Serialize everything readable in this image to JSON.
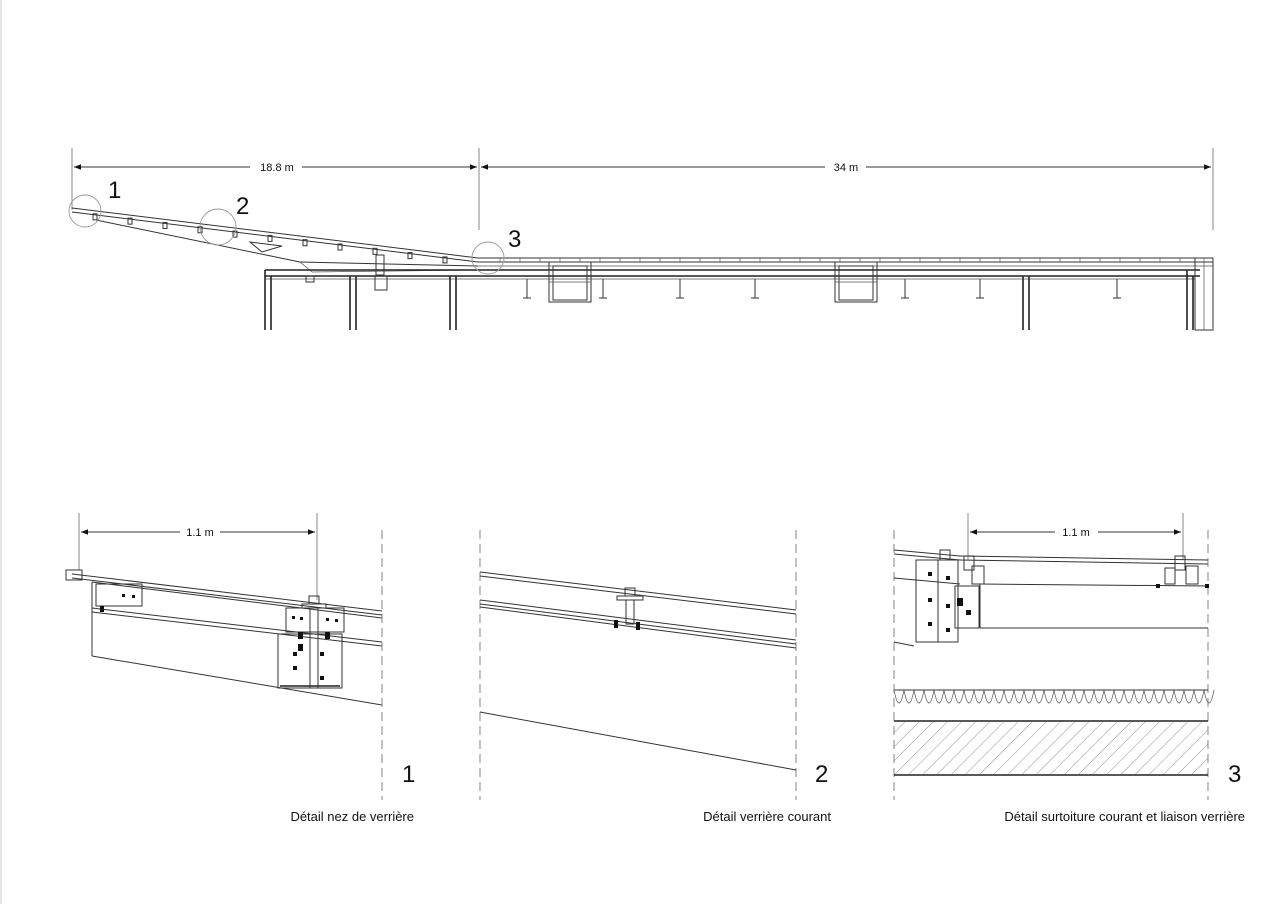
{
  "section": {
    "dimensions": {
      "left": "18.8 m",
      "right": "34 m"
    },
    "callouts": [
      "1",
      "2",
      "3"
    ]
  },
  "details": [
    {
      "number": "1",
      "dimension": "1.1 m",
      "caption": "Détail nez de verrière"
    },
    {
      "number": "2",
      "dimension": "",
      "caption": "Détail verrière courant"
    },
    {
      "number": "3",
      "dimension": "1.1 m",
      "caption": "Détail surtoiture courant et liaison verrière"
    }
  ]
}
